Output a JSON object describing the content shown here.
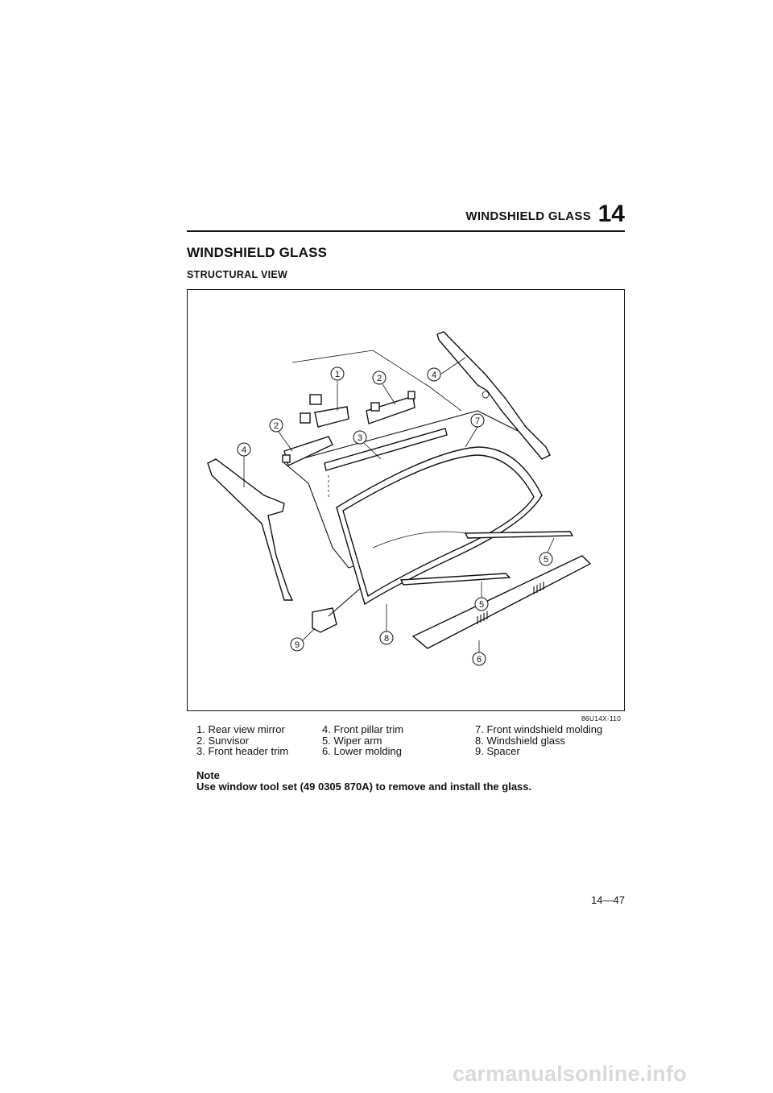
{
  "header": {
    "title": "WINDSHIELD GLASS",
    "chapter": "14"
  },
  "section_title": "WINDSHIELD GLASS",
  "sub_title": "STRUCTURAL VIEW",
  "figure": {
    "code": "86U14X-110",
    "callouts": [
      "1",
      "2",
      "3",
      "4",
      "5",
      "6",
      "7",
      "8",
      "9"
    ]
  },
  "legend": {
    "col1": [
      "1. Rear view mirror",
      "2. Sunvisor",
      "3. Front header trim"
    ],
    "col2": [
      "4. Front pillar trim",
      "5. Wiper arm",
      "6. Lower molding"
    ],
    "col3": [
      "7. Front windshield molding",
      "8. Windshield glass",
      "9. Spacer"
    ]
  },
  "note": {
    "label": "Note",
    "text": "Use window tool set (49 0305 870A) to remove and install the glass."
  },
  "page_number": "14—47",
  "footer_url": "carmanualsonline.info"
}
